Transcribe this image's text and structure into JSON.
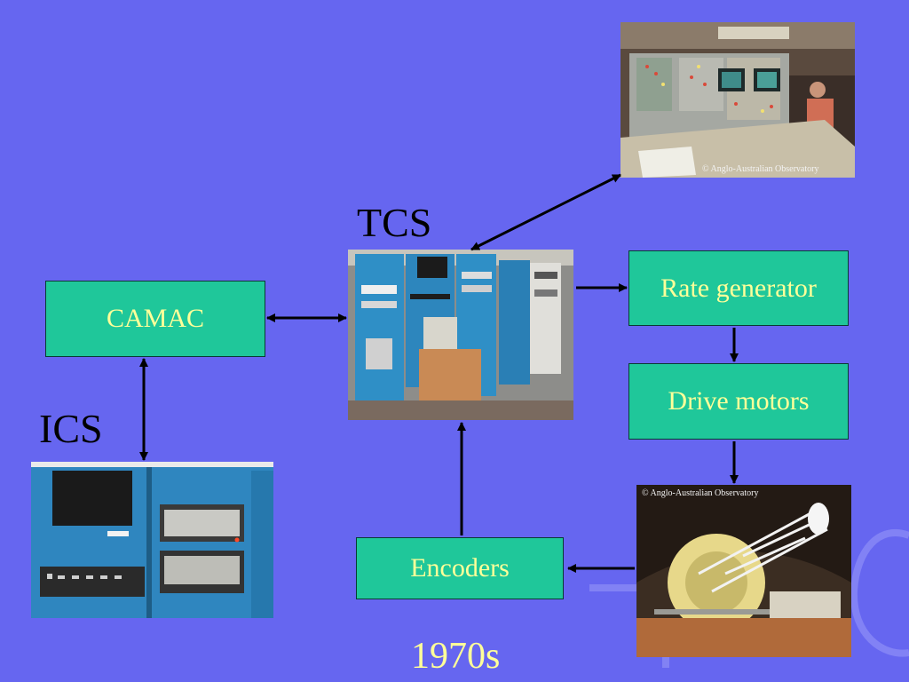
{
  "colors": {
    "background": "#6666f0",
    "node_fill": "#1fc79a",
    "node_text": "#ffff99",
    "arrow": "#000000"
  },
  "labels": {
    "tcs": "TCS",
    "ics": "ICS",
    "era": "1970s"
  },
  "nodes": {
    "camac": "CAMAC",
    "rate_generator": "Rate generator",
    "drive_motors": "Drive motors",
    "encoders": "Encoders"
  },
  "photos": {
    "control_room": {
      "credit": "© Anglo-Australian Observatory"
    },
    "telescope": {
      "credit": "© Anglo-Australian Observatory"
    },
    "tcs_computer": {},
    "ics_cabinet": {}
  },
  "edges": [
    {
      "from": "tcs_computer",
      "to": "control_room",
      "direction": "both"
    },
    {
      "from": "camac",
      "to": "tcs_computer",
      "direction": "both"
    },
    {
      "from": "camac",
      "to": "ics_cabinet",
      "direction": "both"
    },
    {
      "from": "tcs_computer",
      "to": "rate_generator",
      "direction": "forward"
    },
    {
      "from": "rate_generator",
      "to": "drive_motors",
      "direction": "forward"
    },
    {
      "from": "drive_motors",
      "to": "telescope",
      "direction": "forward"
    },
    {
      "from": "telescope",
      "to": "encoders",
      "direction": "forward"
    },
    {
      "from": "encoders",
      "to": "tcs_computer",
      "direction": "forward"
    }
  ]
}
